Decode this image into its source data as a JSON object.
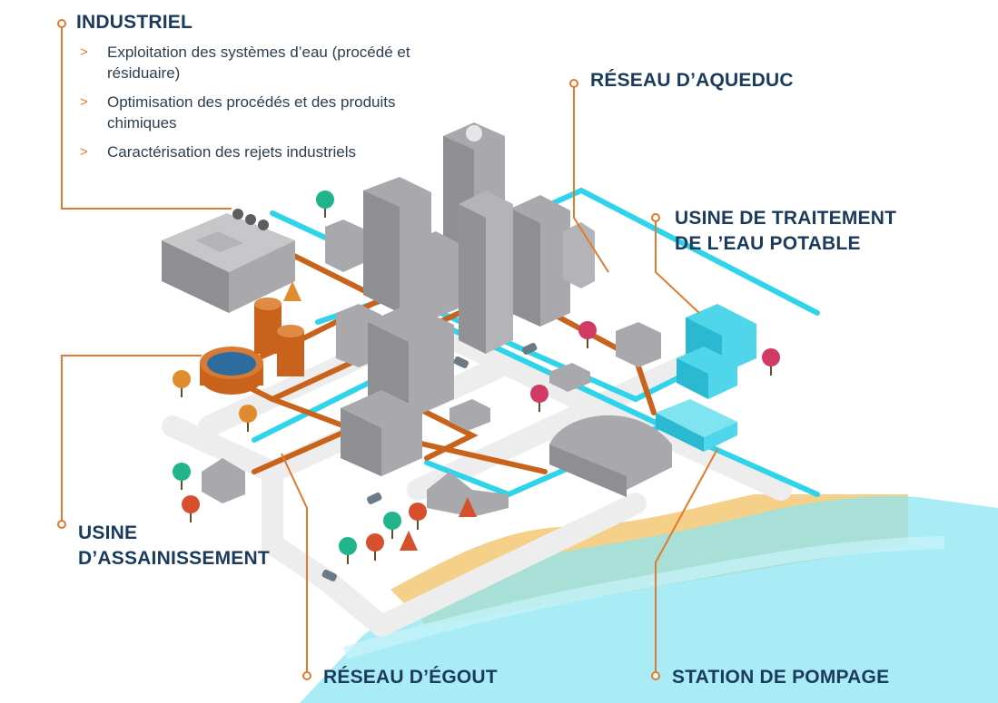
{
  "labels": {
    "industriel": "INDUSTRIEL",
    "reseau_aqueduc": "RÉSEAU D’AQUEDUC",
    "usine_eau_potable_line1": "USINE DE TRAITEMENT",
    "usine_eau_potable_line2": "DE L’EAU POTABLE",
    "usine_assainissement_line1": "USINE",
    "usine_assainissement_line2": "D’ASSAINISSEMENT",
    "reseau_egout": "RÉSEAU D’ÉGOUT",
    "station_pompage": "STATION DE POMPAGE"
  },
  "industriel_items": [
    {
      "marker": ">",
      "text": "Exploitation des systèmes d’eau (procédé et résiduaire)"
    },
    {
      "marker": ">",
      "text": "Optimisation des procédés et des produits chimiques"
    },
    {
      "marker": ">",
      "text": "Caractérisation des rejets industriels"
    }
  ],
  "colors": {
    "label_text": "#1b3a5c",
    "callout_line": "#e07a2e",
    "aqueduct_pipe": "#2fd4ea",
    "sewer_pipe": "#c9621a",
    "building": "#a9a9ad",
    "treatment_plant": "#4fd6ea",
    "water": "#8ee6f3",
    "sand": "#f2c46a"
  }
}
